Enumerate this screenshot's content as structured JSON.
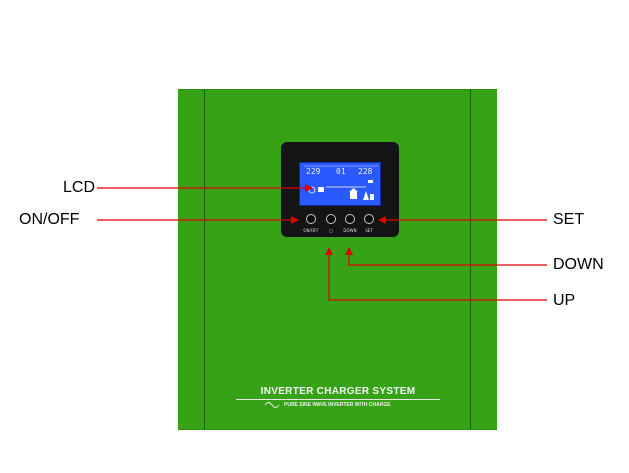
{
  "callouts": {
    "lcd": "LCD",
    "on_off": "ON/OFF",
    "set": "SET",
    "down": "DOWN",
    "up": "UP"
  },
  "lcd_display": {
    "left_reading": "229",
    "middle_reading": "01",
    "right_reading": "228"
  },
  "buttons": {
    "on_off": "ON/OFF",
    "up": "UP",
    "down": "DOWN",
    "set": "SET"
  },
  "branding": {
    "title": "INVERTER CHARGER SYSTEM",
    "subtitle": "PURE SINE WAVE INVERTER WITH CHARGE"
  },
  "colors": {
    "device_body": "#35a315",
    "lcd": "#2a59ff",
    "arrow": "#e00000"
  }
}
